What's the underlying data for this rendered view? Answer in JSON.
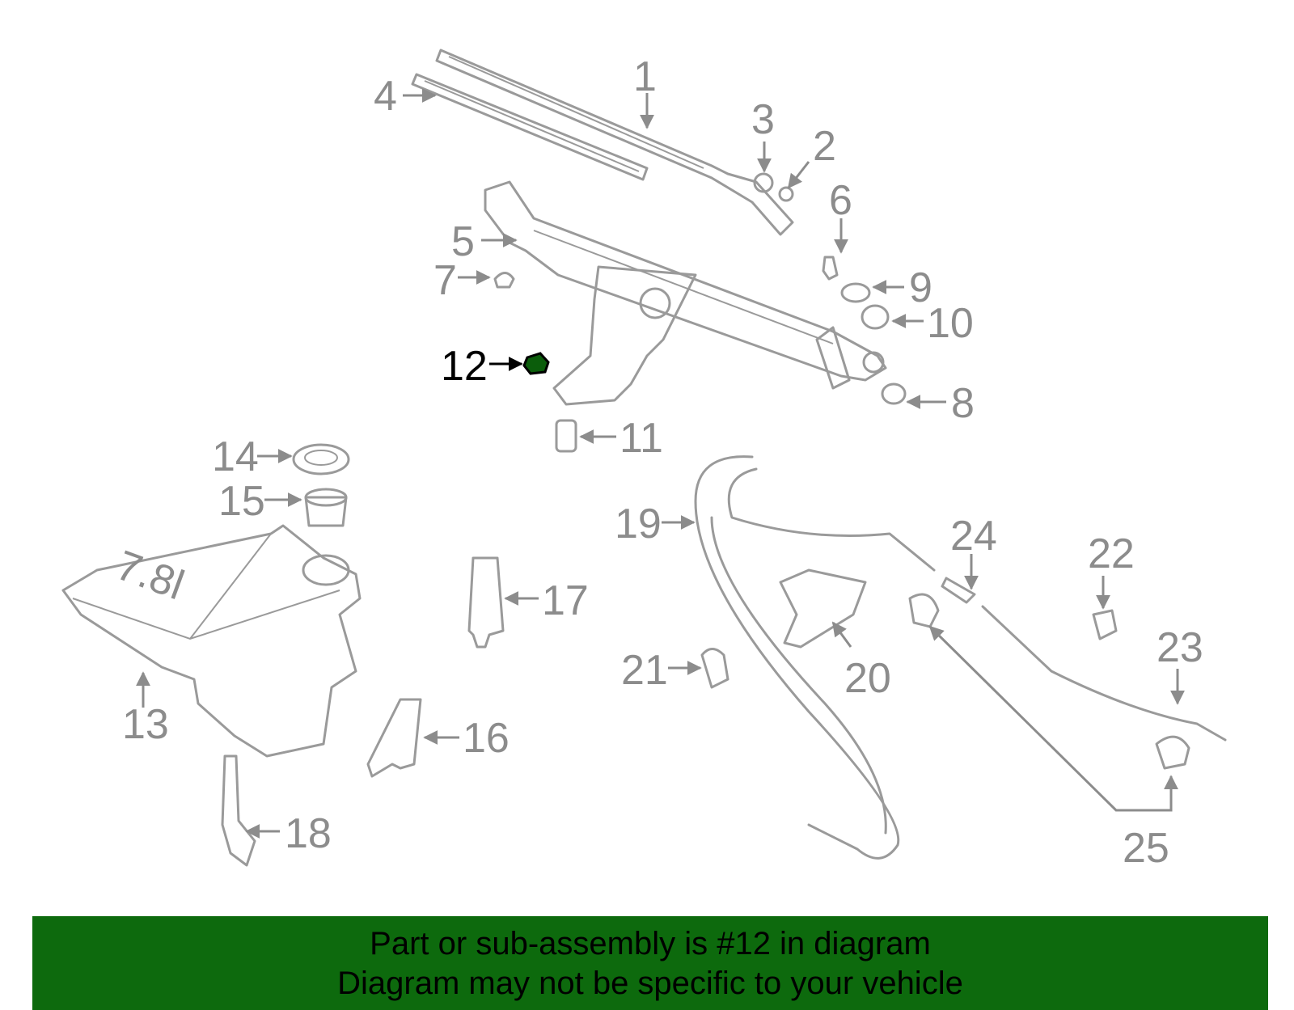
{
  "diagram": {
    "callouts": [
      "1",
      "2",
      "3",
      "4",
      "5",
      "6",
      "7",
      "8",
      "9",
      "10",
      "11",
      "12",
      "13",
      "14",
      "15",
      "16",
      "17",
      "18",
      "19",
      "20",
      "21",
      "22",
      "23",
      "24",
      "25"
    ],
    "highlighted_callout": "12",
    "tank_emboss": "7.8l"
  },
  "banner": {
    "line1": "Part or sub-assembly is #12 in diagram",
    "line2": "Diagram may not be specific to your vehicle"
  },
  "colors": {
    "line_art": "#9a9a9a",
    "highlight": "#000000",
    "part_highlight_fill": "#0b5d0b",
    "banner_bg": "#0d6a0d"
  }
}
